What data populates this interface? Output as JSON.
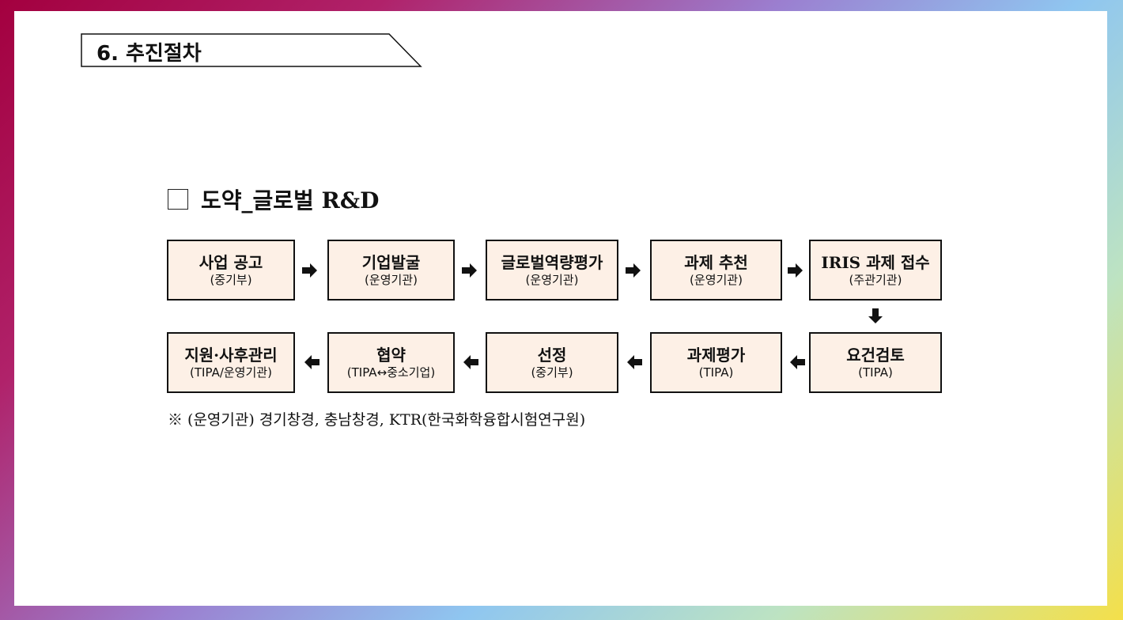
{
  "section": {
    "title": "6. 추진절차"
  },
  "subheading": {
    "text": "도약_글로벌 R&D"
  },
  "process": {
    "top_row": [
      {
        "title": "사업 공고",
        "sub": "(중기부)"
      },
      {
        "title": "기업발굴",
        "sub": "(운영기관)"
      },
      {
        "title": "글로벌역량평가",
        "sub": "(운영기관)"
      },
      {
        "title": "과제 추천",
        "sub": "(운영기관)"
      },
      {
        "title": "IRIS 과제 접수",
        "sub": "(주관기관)"
      }
    ],
    "bottom_row": [
      {
        "title": "지원·사후관리",
        "sub": "(TIPA/운영기관)"
      },
      {
        "title": "협약",
        "sub": "(TIPA↔중소기업)"
      },
      {
        "title": "선정",
        "sub": "(중기부)"
      },
      {
        "title": "과제평가",
        "sub": "(TIPA)"
      },
      {
        "title": "요건검토",
        "sub": "(TIPA)"
      }
    ]
  },
  "footnote": {
    "text": "※ (운영기관) 경기창경, 충남창경, KTR(한국화학융합시험연구원)"
  }
}
